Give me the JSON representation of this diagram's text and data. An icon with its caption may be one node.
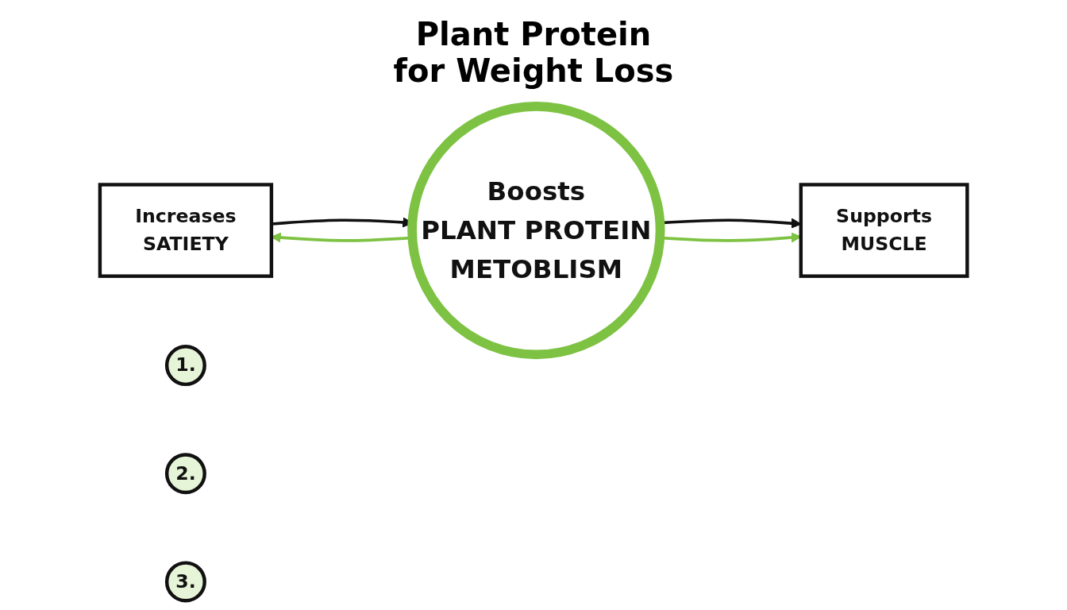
{
  "diagram": {
    "title": "Plant Protein for Weight Loss",
    "nodes": [
      {
        "text": [
          "Increases",
          "SATIETY"
        ]
      },
      {
        "text": [
          "Boosts",
          "PLANT PROTEIN",
          "METOBLISM"
        ]
      },
      {
        "text": [
          "Supports",
          "MUSCLE"
        ]
      },
      {
        "text": [
          "1."
        ]
      },
      {
        "text": [
          "2."
        ]
      },
      {
        "text": [
          "3."
        ]
      }
    ],
    "edges": [
      {
        "from": 0,
        "to": 1,
        "arrow": "to"
      },
      {
        "from": 1,
        "to": 0,
        "arrow": "to",
        "color": "#7dc242"
      },
      {
        "from": 1,
        "to": 2,
        "arrow": "to"
      },
      {
        "from": 1,
        "to": 2,
        "arrow": "to",
        "color": "#7dc242"
      }
    ]
  }
}
